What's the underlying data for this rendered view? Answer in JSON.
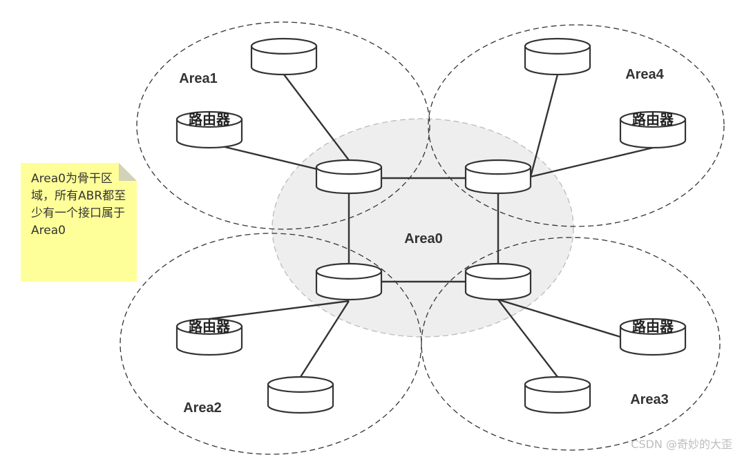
{
  "areas": [
    {
      "id": "area0",
      "label": "Area0"
    },
    {
      "id": "area1",
      "label": "Area1"
    },
    {
      "id": "area2",
      "label": "Area2"
    },
    {
      "id": "area3",
      "label": "Area3"
    },
    {
      "id": "area4",
      "label": "Area4"
    }
  ],
  "routers": [
    {
      "id": "abr-top-left",
      "label": ""
    },
    {
      "id": "abr-top-right",
      "label": ""
    },
    {
      "id": "abr-bottom-left",
      "label": ""
    },
    {
      "id": "abr-bottom-right",
      "label": ""
    },
    {
      "id": "area1-router-top",
      "label": ""
    },
    {
      "id": "area1-router-left",
      "label": "路由器"
    },
    {
      "id": "area4-router-top",
      "label": ""
    },
    {
      "id": "area4-router-right",
      "label": "路由器"
    },
    {
      "id": "area2-router-left",
      "label": "路由器"
    },
    {
      "id": "area2-router-bottom",
      "label": ""
    },
    {
      "id": "area3-router-right",
      "label": "路由器"
    },
    {
      "id": "area3-router-bottom",
      "label": ""
    }
  ],
  "links": [
    [
      "abr-top-left",
      "abr-top-right"
    ],
    [
      "abr-top-left",
      "abr-bottom-left"
    ],
    [
      "abr-top-right",
      "abr-bottom-right"
    ],
    [
      "abr-bottom-left",
      "abr-bottom-right"
    ],
    [
      "abr-top-left",
      "area1-router-top"
    ],
    [
      "abr-top-left",
      "area1-router-left"
    ],
    [
      "abr-top-right",
      "area4-router-top"
    ],
    [
      "abr-top-right",
      "area4-router-right"
    ],
    [
      "abr-bottom-left",
      "area2-router-left"
    ],
    [
      "abr-bottom-left",
      "area2-router-bottom"
    ],
    [
      "abr-bottom-right",
      "area3-router-right"
    ],
    [
      "abr-bottom-right",
      "area3-router-bottom"
    ]
  ],
  "note": {
    "text": "Area0为骨干区域，所有ABR都至少有一个接口属于Area0"
  },
  "watermark": {
    "text": "CSDN @奇妙的大歪"
  },
  "colors": {
    "area0_fill": "#eeeeee",
    "note_fill": "#ffff99",
    "stroke": "#333333"
  }
}
